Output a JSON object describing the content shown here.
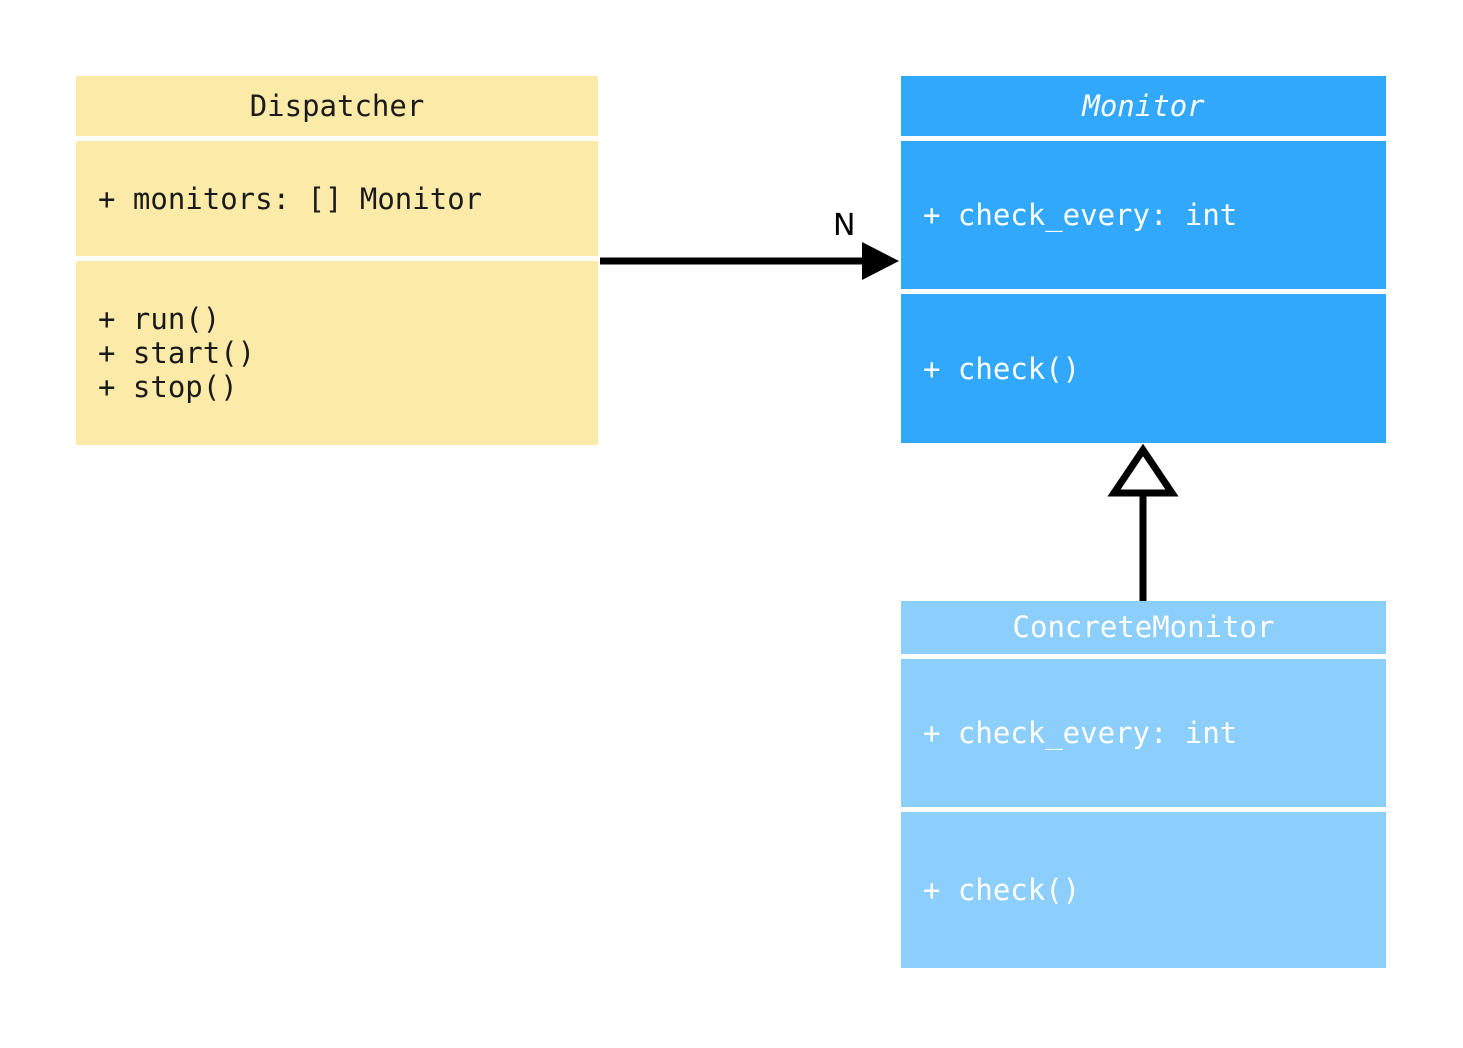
{
  "diagram": {
    "type": "uml-class-diagram",
    "background": "#ffffff"
  },
  "classes": [
    {
      "id": "dispatcher",
      "name": "Dispatcher",
      "abstract": false,
      "fill": "#fceba8",
      "text_color": "#1a1a1a",
      "attributes": [
        "+ monitors: [] Monitor"
      ],
      "methods": [
        "+ run()",
        "+ start()",
        "+ stop()"
      ]
    },
    {
      "id": "monitor",
      "name": "Monitor",
      "abstract": true,
      "fill": "#31a8fc",
      "text_color": "#ffffff",
      "attributes": [
        "+ check_every: int"
      ],
      "methods": [
        "+ check()"
      ]
    },
    {
      "id": "concretemonitor",
      "name": "ConcreteMonitor",
      "abstract": false,
      "fill": "#8ccefc",
      "text_color": "#ffffff",
      "attributes": [
        "+ check_every: int"
      ],
      "methods": [
        "+ check()"
      ]
    }
  ],
  "relationships": [
    {
      "id": "dispatcher-monitor",
      "kind": "association",
      "from": "Dispatcher",
      "to": "Monitor",
      "label": "N",
      "arrowhead": "solid-filled",
      "line": "solid",
      "color": "#000000"
    },
    {
      "id": "concretemonitor-monitor",
      "kind": "generalization",
      "from": "ConcreteMonitor",
      "to": "Monitor",
      "label": "",
      "arrowhead": "hollow-triangle",
      "line": "solid",
      "color": "#000000"
    }
  ]
}
